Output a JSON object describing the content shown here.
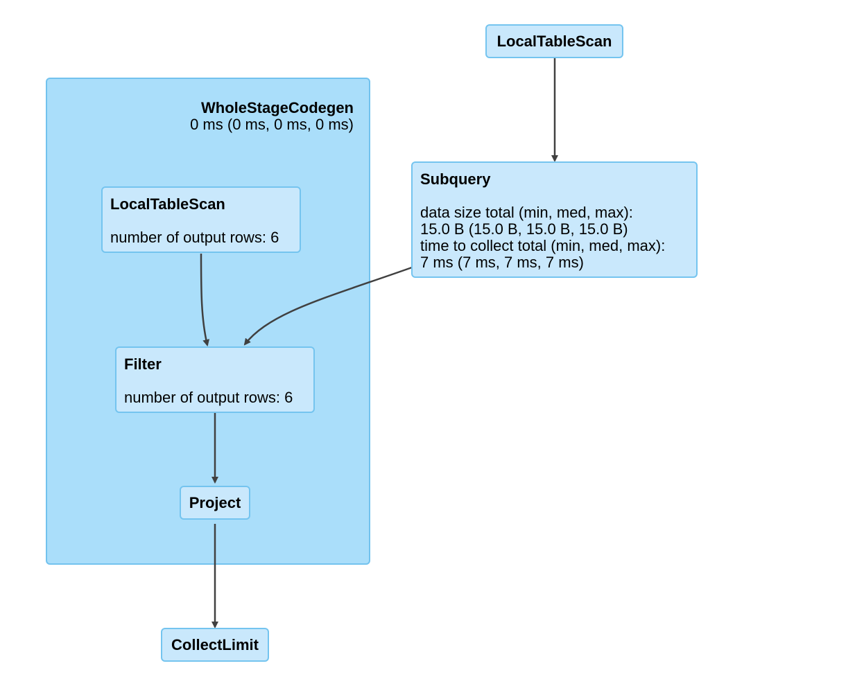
{
  "cluster": {
    "name": "WholeStageCodegen",
    "metric": "0 ms (0 ms, 0 ms, 0 ms)"
  },
  "nodes": {
    "local_table_scan_top": {
      "name": "LocalTableScan"
    },
    "subquery": {
      "name": "Subquery",
      "lines": [
        "data size total (min, med, max):",
        "15.0 B (15.0 B, 15.0 B, 15.0 B)",
        "time to collect total (min, med, max):",
        "7 ms (7 ms, 7 ms, 7 ms)"
      ]
    },
    "local_table_scan_inner": {
      "name": "LocalTableScan",
      "lines": [
        "number of output rows: 6"
      ]
    },
    "filter": {
      "name": "Filter",
      "lines": [
        "number of output rows: 6"
      ]
    },
    "project": {
      "name": "Project"
    },
    "collect_limit": {
      "name": "CollectLimit"
    }
  },
  "edges": [
    {
      "from": "LocalTableScan",
      "to": "Subquery"
    },
    {
      "from": "Subquery",
      "to": "Filter"
    },
    {
      "from": "LocalTableScan",
      "to": "Filter"
    },
    {
      "from": "Filter",
      "to": "Project"
    },
    {
      "from": "Project",
      "to": "CollectLimit"
    }
  ],
  "colors": {
    "cluster_fill": "#aadefa",
    "cluster_border": "#72c2ee",
    "node_fill": "#c9e8fc",
    "node_border": "#74c4ef",
    "edge": "#404040"
  }
}
